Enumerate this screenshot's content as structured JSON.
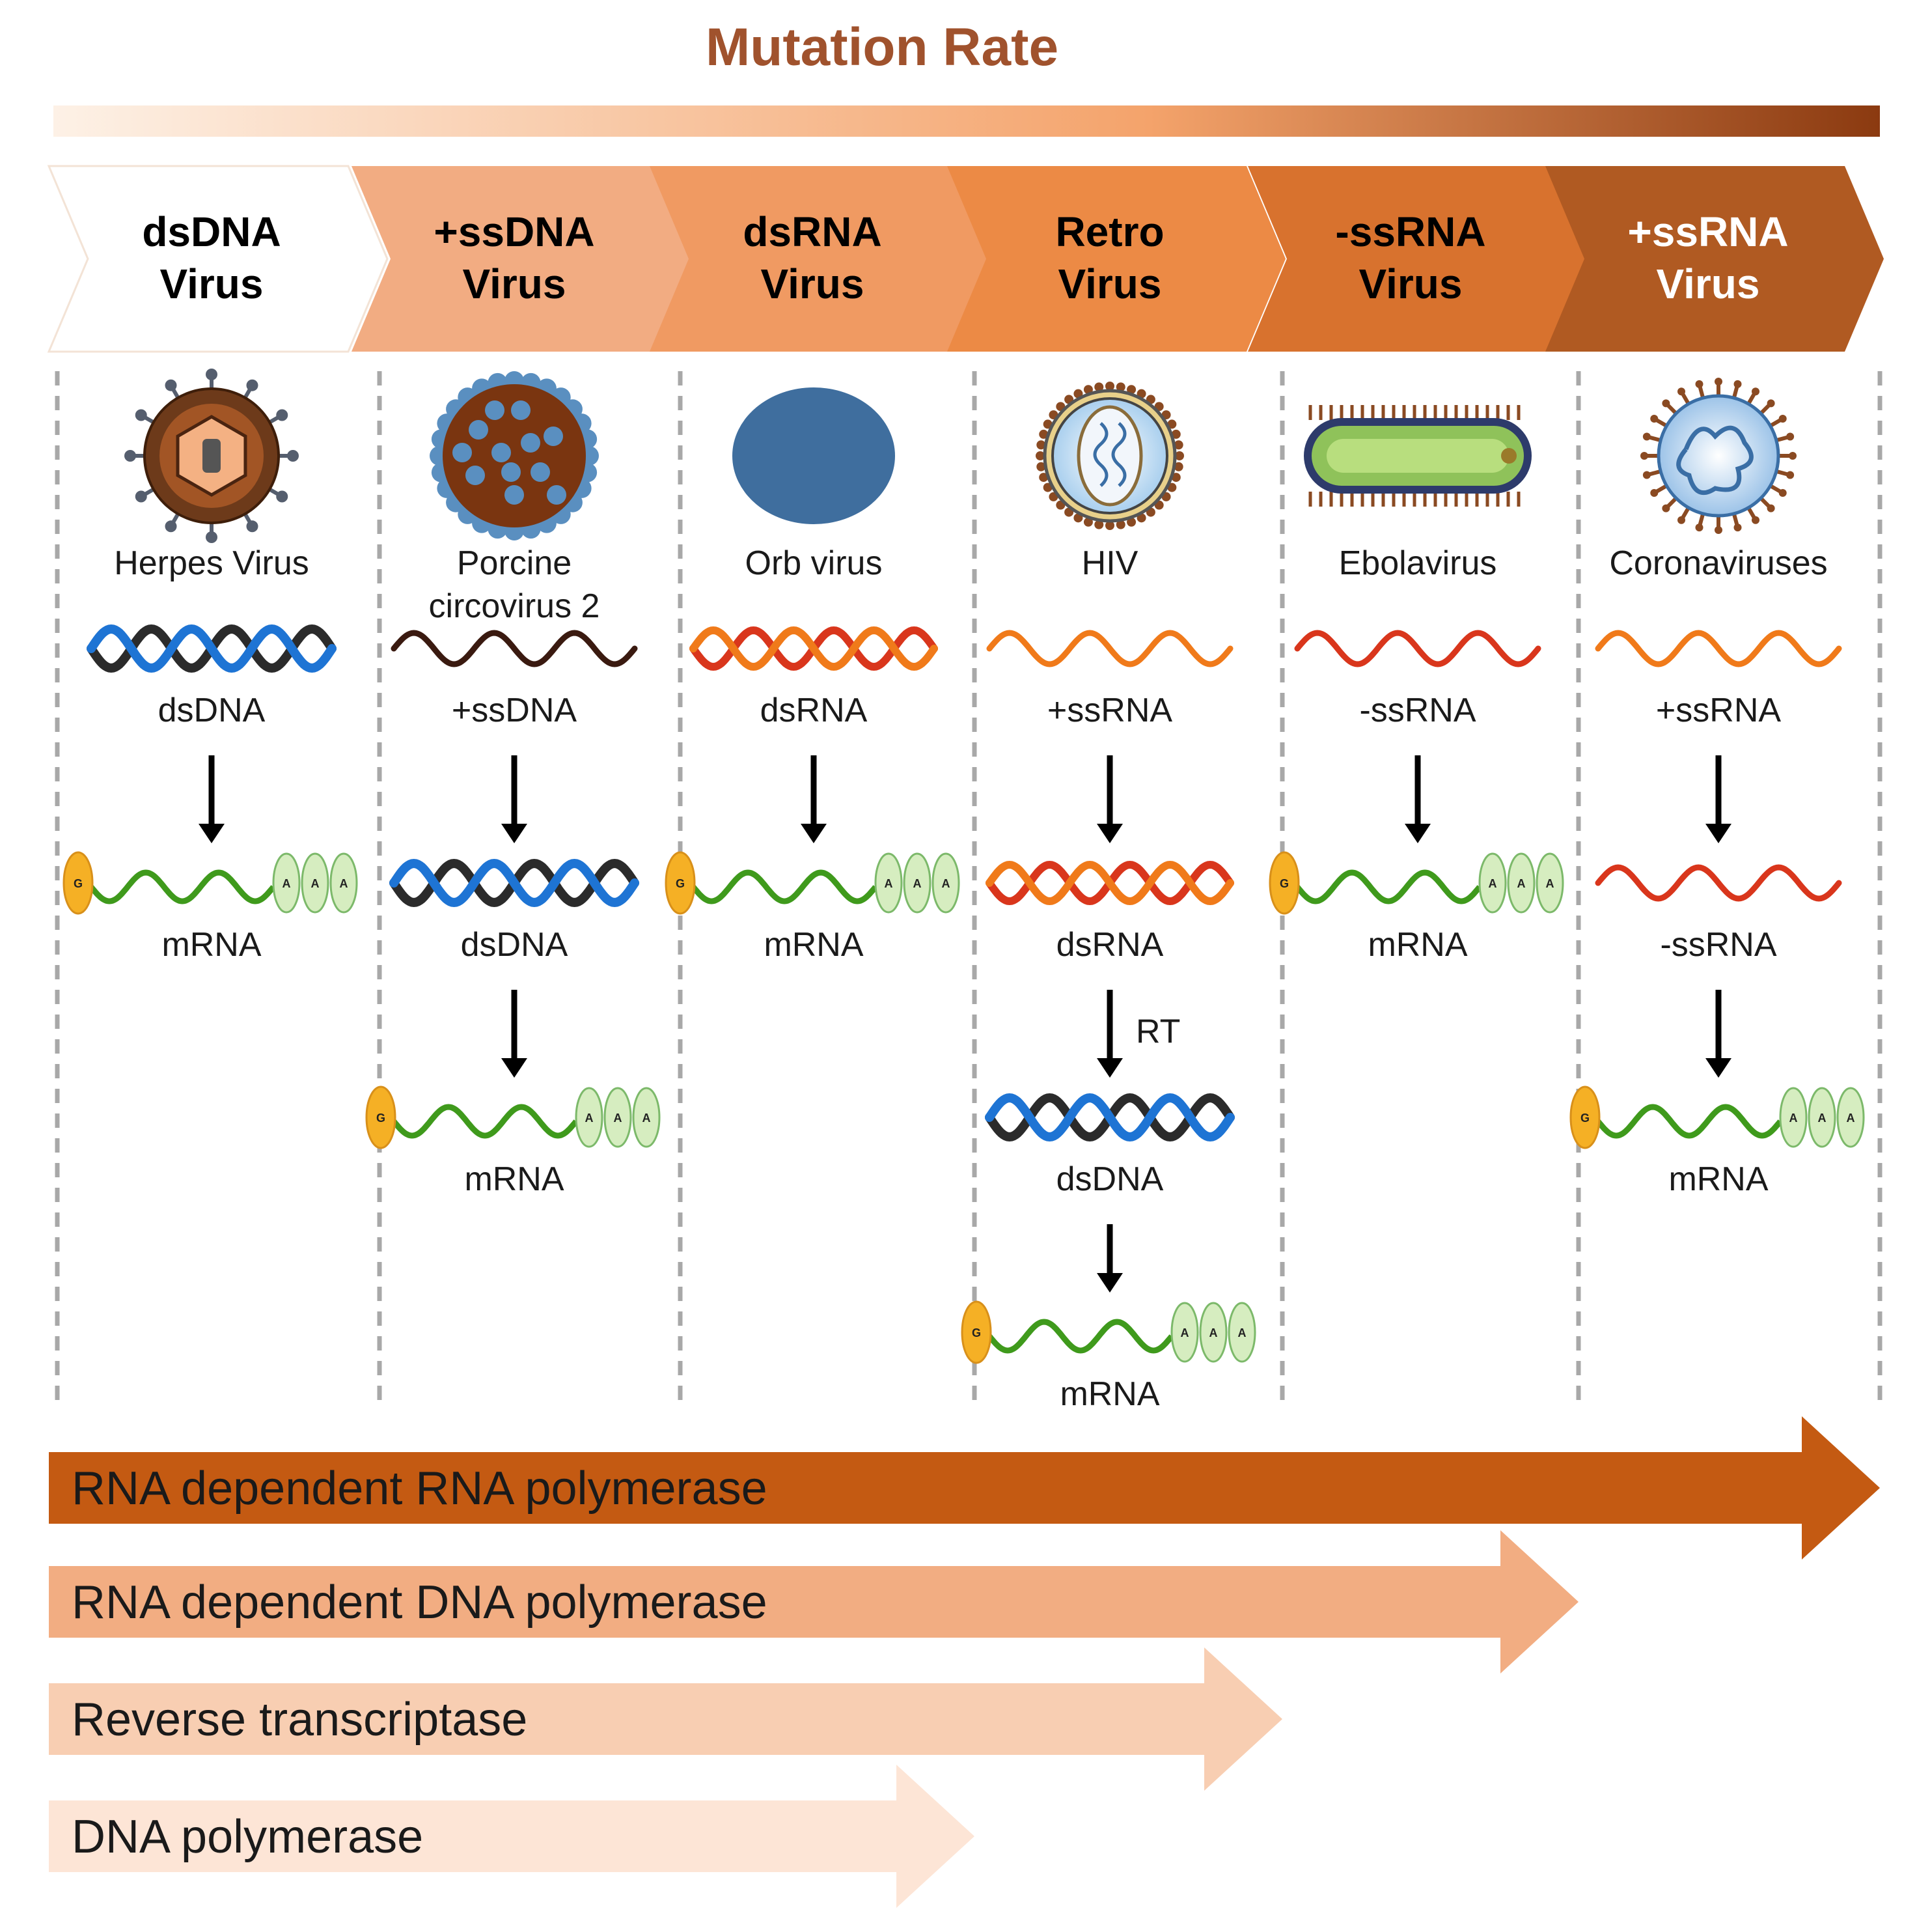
{
  "title": "Mutation Rate",
  "colors": {
    "title": "#a0522d",
    "gradient_start": "#fdf1e6",
    "gradient_mid": "#f4a36b",
    "gradient_end": "#8b3a10",
    "dna_blue": "#1e74d4",
    "dna_dark": "#2b2b2b",
    "rna_orange": "#f07a1a",
    "rna_red": "#d9361c",
    "mrna_green": "#3f9a1c",
    "cap_yellow": "#f5b025",
    "polya_green": "#d6edc0"
  },
  "columns": [
    {
      "header": [
        "dsDNA",
        "Virus"
      ],
      "virus_name": [
        "Herpes Virus"
      ],
      "virus_icon": "herpes-virus-icon",
      "steps": [
        "dsDNA",
        "mRNA"
      ],
      "step_icons": [
        "dsdna",
        "mrna"
      ],
      "arrow_labels": [
        "",
        ""
      ]
    },
    {
      "header": [
        "+ssDNA",
        "Virus"
      ],
      "virus_name": [
        "Porcine",
        "circovirus 2"
      ],
      "virus_icon": "circovirus-icon",
      "steps": [
        "+ssDNA",
        "dsDNA",
        "mRNA"
      ],
      "step_icons": [
        "ssdna",
        "dsdna",
        "mrna"
      ],
      "arrow_labels": [
        "",
        ""
      ]
    },
    {
      "header": [
        "dsRNA",
        "Virus"
      ],
      "virus_name": [
        "Orb virus"
      ],
      "virus_icon": "orbivirus-icon",
      "steps": [
        "dsRNA",
        "mRNA"
      ],
      "step_icons": [
        "dsrna",
        "mrna"
      ],
      "arrow_labels": [
        ""
      ]
    },
    {
      "header": [
        "Retro",
        "Virus"
      ],
      "virus_name": [
        "HIV"
      ],
      "virus_icon": "hiv-icon",
      "steps": [
        "+ssRNA",
        "dsRNA",
        "dsDNA",
        "mRNA"
      ],
      "step_icons": [
        "ssrna_orange",
        "dsrna",
        "dsdna",
        "mrna"
      ],
      "arrow_labels": [
        "",
        "RT",
        ""
      ]
    },
    {
      "header": [
        "-ssRNA",
        "Virus"
      ],
      "virus_name": [
        "Ebolavirus"
      ],
      "virus_icon": "ebolavirus-icon",
      "steps": [
        "-ssRNA",
        "mRNA"
      ],
      "step_icons": [
        "ssrna_red",
        "mrna"
      ],
      "arrow_labels": [
        ""
      ]
    },
    {
      "header": [
        "+ssRNA",
        "Virus"
      ],
      "virus_name": [
        "Coronaviruses"
      ],
      "virus_icon": "coronavirus-icon",
      "steps": [
        "+ssRNA",
        "-ssRNA",
        "mRNA"
      ],
      "step_icons": [
        "ssrna_orange",
        "ssrna_red",
        "mrna"
      ],
      "arrow_labels": [
        "",
        ""
      ]
    }
  ],
  "polymerases": [
    {
      "label": "RNA dependent RNA polymerase",
      "color": "#c45a12",
      "reach_column": 6
    },
    {
      "label": "RNA dependent DNA polymerase",
      "color": "#f2ad82",
      "reach_column": 5
    },
    {
      "label": "Reverse transcriptase",
      "color": "#f8ceb2",
      "reach_column": 4
    },
    {
      "label": "DNA polymerase",
      "color": "#fde5d6",
      "reach_column": 3
    }
  ],
  "chevron_colors": [
    "#ffffff",
    "#f2ac82",
    "#f09a62",
    "#ec8a45",
    "#d8722e",
    "#b05a22"
  ],
  "chevron_text_colors": [
    "#000000",
    "#000000",
    "#000000",
    "#000000",
    "#000000",
    "#ffffff"
  ],
  "mrna_labels": {
    "cap": "G",
    "polya": [
      "A",
      "A",
      "A"
    ]
  }
}
